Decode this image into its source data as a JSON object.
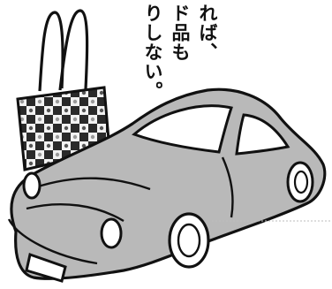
{
  "text_columns": [
    "れば、",
    "ド品も",
    "りしない。"
  ],
  "colors": {
    "ink": "#111111",
    "car_gray": "#b9b9b9",
    "bag_dark": "#2a2a2a"
  },
  "icons": {
    "bag": "handbag-icon",
    "car": "sports-car-icon"
  }
}
